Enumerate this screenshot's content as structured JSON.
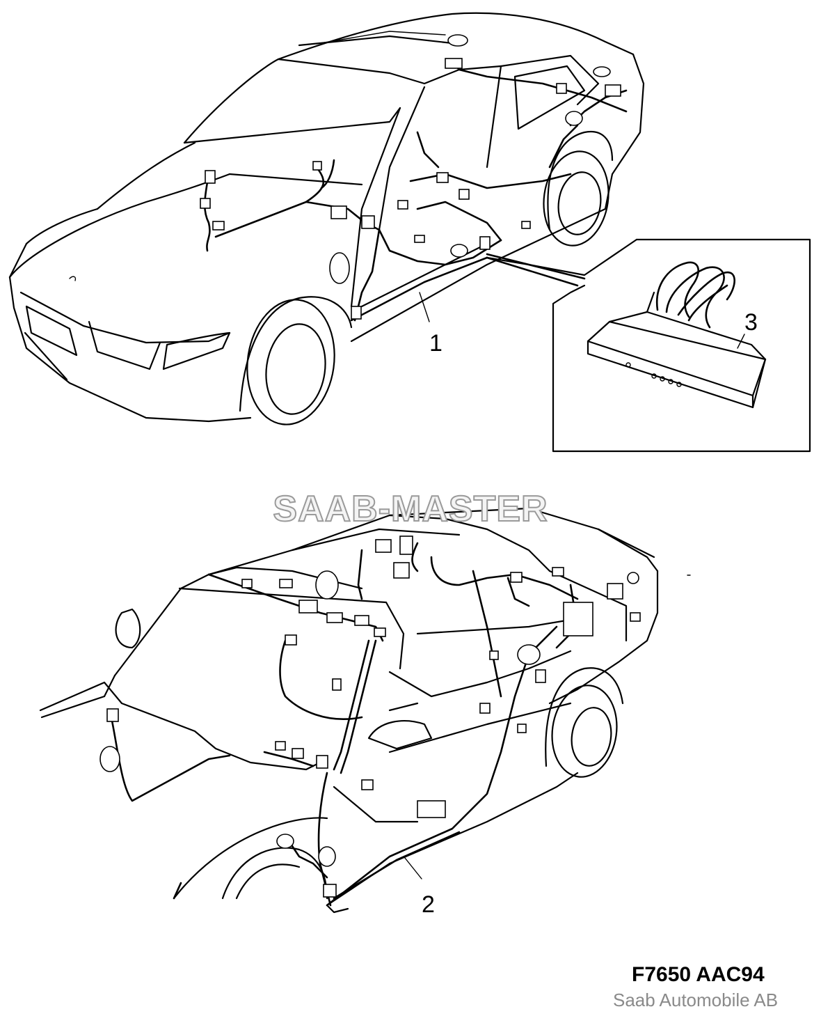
{
  "callouts": [
    {
      "id": "1",
      "label": "1"
    },
    {
      "id": "2",
      "label": "2"
    },
    {
      "id": "3",
      "label": "3"
    }
  ],
  "watermark": "SAAB-MASTER",
  "footer": {
    "code": "F7650 AAC94",
    "company": "Saab Automobile AB"
  }
}
